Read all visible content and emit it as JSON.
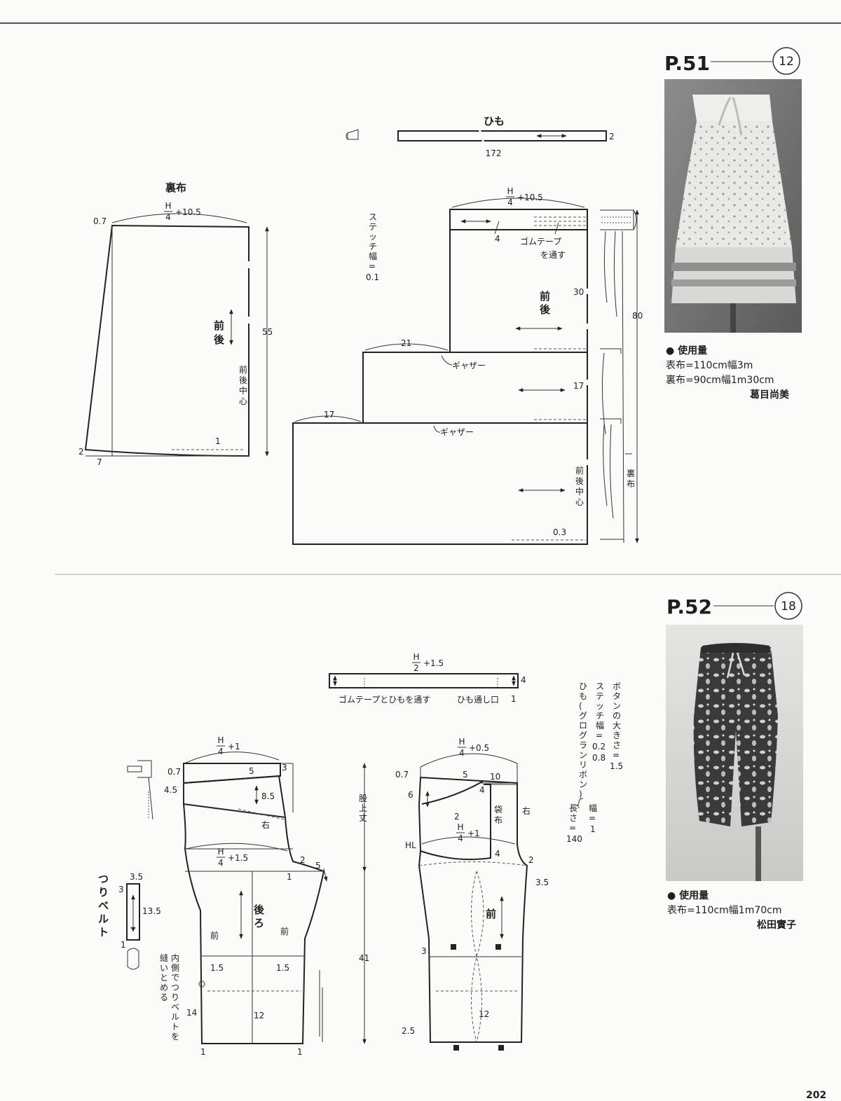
{
  "top": {
    "page_label": "P.51",
    "pattern_no": "12",
    "himo": {
      "title": "ひも",
      "length": "172",
      "width": "2"
    },
    "lining": {
      "title": "裏布",
      "waist_formula": "H/4+10.5",
      "waist_num": "H",
      "waist_den": "4",
      "waist_plus": "+10.5",
      "ease": "0.7",
      "height": "55",
      "hem_rise": "2",
      "hem_out": "7",
      "hem_allow": "1",
      "piece_label": "前後",
      "center_label": "前後中心"
    },
    "skirt": {
      "waist_num": "H",
      "waist_den": "4",
      "waist_plus": "+10.5",
      "stitch_note": "ステッチ幅=0.1",
      "elastic_note_1": "ゴムテープ",
      "elastic_note_2": "を通す",
      "band_width": "4",
      "tier1_height": "30",
      "tier2_height": "17",
      "tier2_ext": "21",
      "tier3_ext": "17",
      "gather": "ギャザー",
      "piece_label": "前後",
      "center_label": "前後中心",
      "hem_allow": "0.3",
      "total_length": "80",
      "lining_label": "裏布"
    },
    "usage": {
      "title": "使用量",
      "lines": [
        "表布=110cm幅3m",
        "裏布=90cm幅1m30cm"
      ],
      "designer": "葛目尚美"
    }
  },
  "bottom": {
    "page_label": "P.52",
    "pattern_no": "18",
    "band": {
      "formula_num": "H",
      "formula_den": "2",
      "formula_plus": "+1.5",
      "width": "4",
      "allow": "1",
      "note_left": "ゴムテープとひもを通す",
      "note_right": "ひも通し口"
    },
    "notes_vertical": [
      "ボタンの大きさ=1.5",
      "ステッチ幅=0.2",
      "0.8",
      "ひも(グログランリボン)",
      "幅=1",
      "長さ=140"
    ],
    "strap": {
      "title": "つりベルト",
      "top": "3.5",
      "side": "3",
      "length": "13.5",
      "bottom": "1",
      "sew_note": "内側でつりベルトを縫いとめる"
    },
    "back": {
      "label": "後ろ",
      "waist_num": "H",
      "waist_den": "4",
      "waist_plus": "+1",
      "hip_num": "H",
      "hip_den": "4",
      "hip_plus": "+1.5",
      "d_07": "0.7",
      "d_45": "4.5",
      "d_5": "5",
      "d_3": "3",
      "d_85": "8.5",
      "right": "右",
      "d_2": "2",
      "d_5b": "5",
      "d_1": "1",
      "front_l": "前",
      "front_r": "前",
      "d_15l": "1.5",
      "d_15r": "1.5",
      "d_14": "14",
      "d_12": "12",
      "hem_l": "1",
      "hem_r": "1"
    },
    "mid": {
      "rise_label": "股上丈",
      "inseam": "41"
    },
    "front": {
      "label": "前",
      "waist_num": "H",
      "waist_den": "4",
      "waist_plus": "+0.5",
      "hip_num": "H",
      "hip_den": "4",
      "hip_plus": "+1",
      "d_07": "0.7",
      "d_5": "5",
      "d_10": "10",
      "d_6": "6",
      "d_4": "4",
      "d_2": "2",
      "pocket": "袋布",
      "right": "右",
      "hl": "HL",
      "d_4b": "4",
      "d_2b": "2",
      "d_35": "3.5",
      "d_3": "3",
      "d_12": "12",
      "d_25": "2.5"
    },
    "usage": {
      "title": "使用量",
      "lines": [
        "表布=110cm幅1m70cm"
      ],
      "designer": "松田實子"
    }
  },
  "footer": {
    "page_number": "202"
  }
}
